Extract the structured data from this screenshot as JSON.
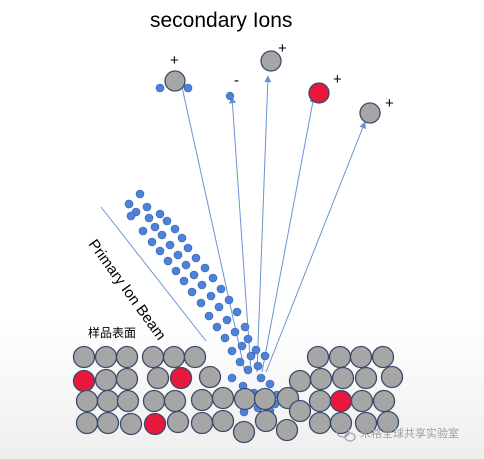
{
  "title": "secondary  Ions",
  "beam_label": "Primary Ion Beam",
  "sample_surface_label": "样品表面",
  "watermark": "米格全球共享实验室",
  "secondary_ions": [
    {
      "charge": "+",
      "color": "#a6a6a6"
    },
    {
      "charge": "-",
      "color": "#4f81d9"
    },
    {
      "charge": "+",
      "color": "#a6a6a6"
    },
    {
      "charge": "+",
      "color": "#e8173c"
    },
    {
      "charge": "+",
      "color": "#a6a6a6"
    }
  ],
  "colors": {
    "sample_atom": "#a6a6a6",
    "impurity_atom": "#e8173c",
    "primary_ion": "#4f81d9",
    "arrow": "#6c93d4",
    "outline": "#3a4a6b"
  }
}
